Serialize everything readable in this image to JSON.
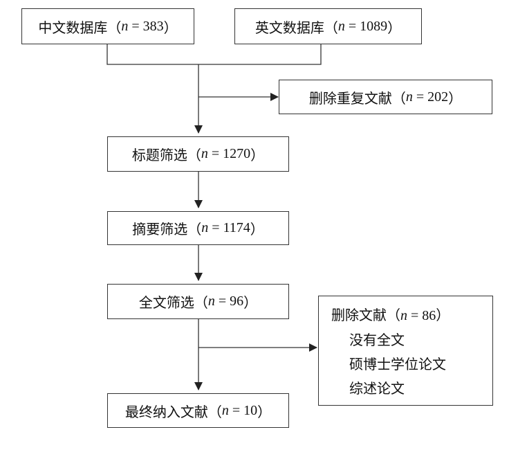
{
  "boxes": {
    "cn_db": {
      "label": "中文数据库（",
      "n": "383"
    },
    "en_db": {
      "label": "英文数据库（",
      "n": "1089"
    },
    "dup_removed": {
      "label": "删除重复文献（",
      "n": "202"
    },
    "title_screen": {
      "label": "标题筛选（",
      "n": "1270"
    },
    "abstract_screen": {
      "label": "摘要筛选（",
      "n": "1174"
    },
    "fulltext_screen": {
      "label": "全文筛选（",
      "n": "96"
    },
    "final_included": {
      "label": "最终纳入文献（",
      "n": "10"
    }
  },
  "excluded": {
    "label": "删除文献（",
    "n": "86",
    "reasons": [
      "没有全文",
      "硕博士学位论文",
      "综述论文"
    ]
  },
  "symbols": {
    "n_var": "n",
    "equals": " = ",
    "close_paren": "）"
  },
  "colors": {
    "line": "#333333",
    "text": "#111111"
  }
}
